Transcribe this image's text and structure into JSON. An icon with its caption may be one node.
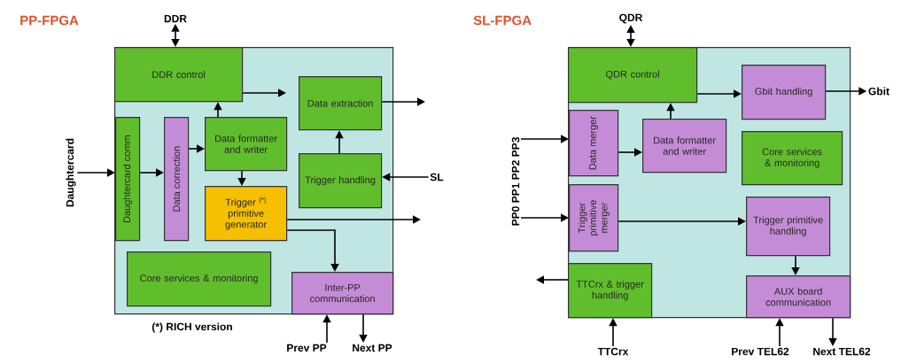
{
  "diagram": {
    "nodes": [
      {
        "text": [
          "PP-FPGA"
        ]
      },
      {
        "text": [
          "DDR control"
        ],
        "in": 0
      },
      {
        "text": [
          "Daughtercard comm"
        ],
        "in": 0
      },
      {
        "text": [
          "Data correction"
        ],
        "in": 0
      },
      {
        "text": [
          "Data formatter and writer"
        ],
        "in": 0
      },
      {
        "text": [
          "Data extraction"
        ],
        "in": 0
      },
      {
        "text": [
          "Trigger handling"
        ],
        "in": 0
      },
      {
        "text": [
          "Trigger $^{(*)}$ primitive generator"
        ],
        "in": 0
      },
      {
        "text": [
          "Core services & monitoring"
        ],
        "in": 0
      },
      {
        "text": [
          "Inter-PP communication"
        ],
        "in": 0
      },
      {
        "text": [
          "DDR"
        ]
      },
      {
        "text": [
          "Daughtercard"
        ]
      },
      {
        "text": [
          "SL"
        ]
      },
      {
        "text": [
          "Prev PP"
        ]
      },
      {
        "text": [
          "Next PP"
        ]
      },
      {
        "text": [
          "SL-FPGA"
        ]
      },
      {
        "text": [
          "QDR control"
        ],
        "in": 15
      },
      {
        "text": [
          "Gbit handling"
        ],
        "in": 15
      },
      {
        "text": [
          "Data merger"
        ],
        "in": 15
      },
      {
        "text": [
          "Data formatter and writer"
        ],
        "in": 15
      },
      {
        "text": [
          "Core services & monitoring"
        ],
        "in": 15
      },
      {
        "text": [
          "Trigger primitive merger"
        ],
        "in": 15
      },
      {
        "text": [
          "Trigger primitive handling"
        ],
        "in": 15
      },
      {
        "text": [
          "TTCrx & trigger handling"
        ],
        "in": 15
      },
      {
        "text": [
          "AUX board communication"
        ],
        "in": 15
      },
      {
        "text": [
          "QDR"
        ]
      },
      {
        "text": [
          "Gbit"
        ]
      },
      {
        "text": [
          "PP0 PP1 PP2 PP3"
        ]
      },
      {
        "text": [
          "TTCrx"
        ]
      },
      {
        "text": [
          "Prev TEL62"
        ]
      },
      {
        "text": [
          "Next TEL62"
        ]
      }
    ],
    "edges": [
      {
        "from": 10,
        "to": 1,
        "arrow": "both"
      },
      {
        "from": 11,
        "to": 2,
        "arrow": "to"
      },
      {
        "from": 2,
        "to": 3,
        "arrow": "to"
      },
      {
        "from": 3,
        "to": 4,
        "arrow": "to"
      },
      {
        "from": 4,
        "to": 1,
        "arrow": "to"
      },
      {
        "from": 4,
        "to": 7,
        "arrow": "to"
      },
      {
        "from": 6,
        "to": 5,
        "arrow": "to"
      },
      {
        "from": 12,
        "to": 6,
        "arrow": "to"
      },
      {
        "from": 7,
        "to": 9,
        "arrow": "to"
      },
      {
        "from": 13,
        "to": 9,
        "arrow": "to"
      },
      {
        "from": 9,
        "to": 14,
        "arrow": "to"
      },
      {
        "from": 1,
        "to": null,
        "arrow": "to"
      },
      {
        "from": 5,
        "to": null,
        "arrow": "to"
      },
      {
        "from": 7,
        "to": null,
        "arrow": "to"
      },
      {
        "from": 25,
        "to": 16,
        "arrow": "both"
      },
      {
        "from": 16,
        "to": 17,
        "arrow": "to"
      },
      {
        "from": 17,
        "to": 26,
        "arrow": "to"
      },
      {
        "from": 27,
        "to": 18,
        "arrow": "to"
      },
      {
        "from": 18,
        "to": 19,
        "arrow": "to"
      },
      {
        "from": 19,
        "to": 16,
        "arrow": "to"
      },
      {
        "from": 27,
        "to": 21,
        "arrow": "to"
      },
      {
        "from": 21,
        "to": 22,
        "arrow": "to"
      },
      {
        "from": 22,
        "to": 24,
        "arrow": "to"
      },
      {
        "from": 28,
        "to": 23,
        "arrow": "to"
      },
      {
        "from": 23,
        "to": null,
        "arrow": "to"
      },
      {
        "from": 29,
        "to": 24,
        "arrow": "to"
      },
      {
        "from": 24,
        "to": 30,
        "arrow": "to"
      }
    ],
    "labels": [
      "(*) RICH version"
    ]
  }
}
